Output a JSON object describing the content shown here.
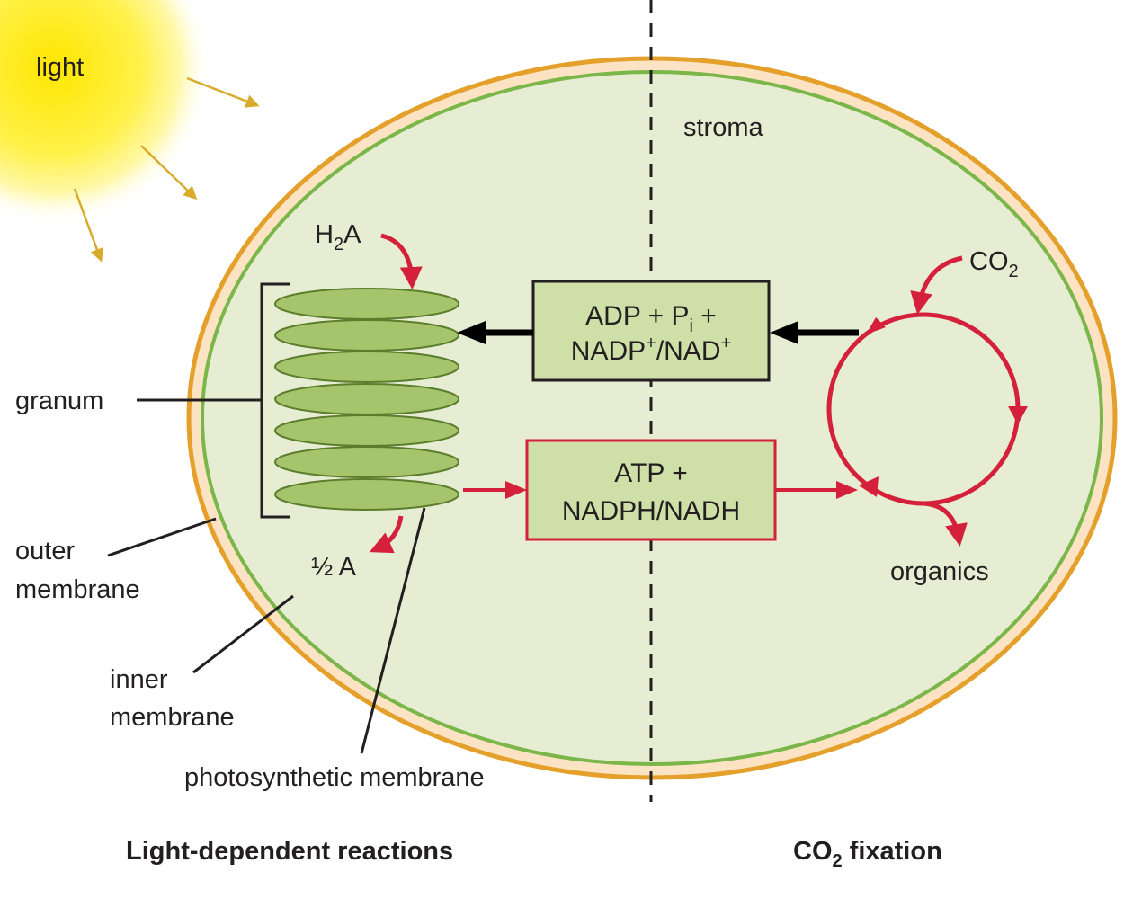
{
  "labels": {
    "light": "light",
    "stroma": "stroma",
    "h2a_h": "H",
    "h2a_sub": "2",
    "h2a_a": "A",
    "half_a": "½ A",
    "granum": "granum",
    "outer_membrane_1": "outer",
    "outer_membrane_2": "membrane",
    "inner_membrane_1": "inner",
    "inner_membrane_2": "membrane",
    "photosynthetic_membrane": "photosynthetic membrane",
    "co2_c": "CO",
    "co2_sub": "2",
    "organics": "organics"
  },
  "boxes": {
    "adp_line1_a": "ADP + P",
    "adp_line1_sub": "i",
    "adp_line1_b": " +",
    "adp_line2_a": "NADP",
    "adp_line2_sup1": "+",
    "adp_line2_b": "/NAD",
    "adp_line2_sup2": "+",
    "atp_line1": "ATP +",
    "atp_line2": "NADPH/NADH"
  },
  "sections": {
    "light_dependent": "Light-dependent reactions",
    "co2_fix_c": "CO",
    "co2_fix_sub": "2",
    "co2_fix_rest": " fixation"
  },
  "colors": {
    "outer_membrane": "#e4a02a",
    "intermembrane": "#fbe3c4",
    "inner_membrane": "#7ab648",
    "stroma": "#e6edd3",
    "thylakoid_fill": "#a6c46c",
    "box_fill": "#cfdfa8",
    "cycle_red": "#d4203a",
    "sun_yellow": "#ffe600",
    "ray": "#d8ac2a"
  }
}
